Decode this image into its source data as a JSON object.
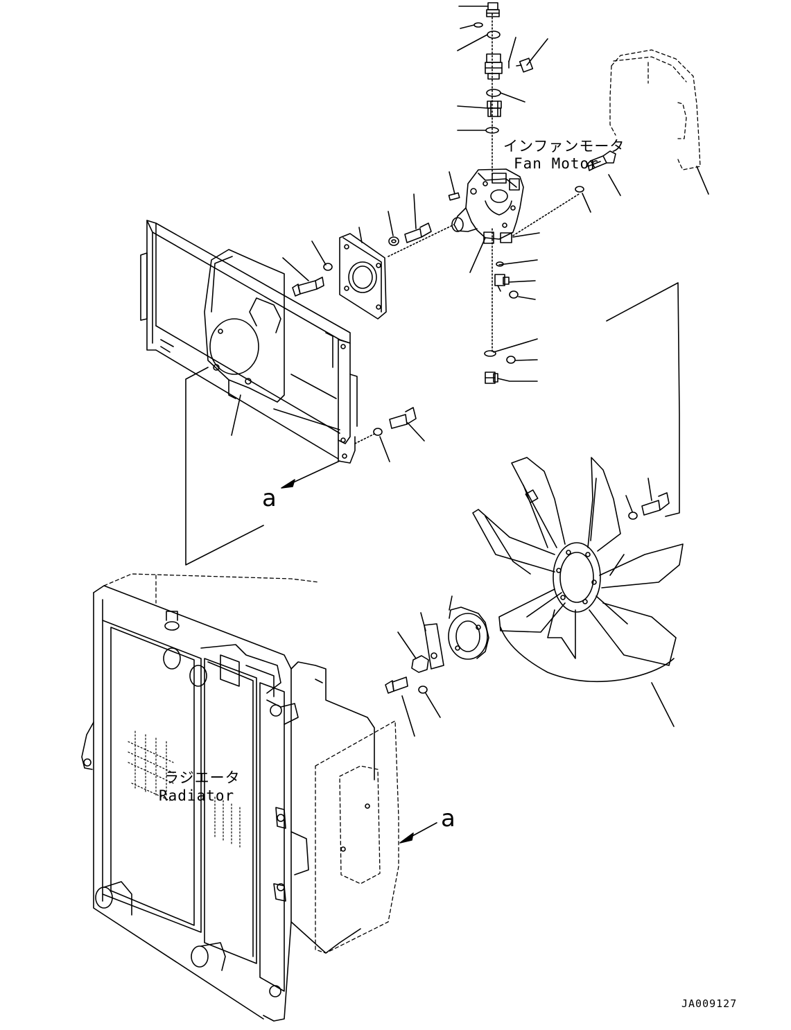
{
  "labels": {
    "fan_motor_jp": "インファンモータ",
    "fan_motor_en": "Fan Motor",
    "radiator_jp": "ラジエータ",
    "radiator_en": "Radiator",
    "view_a_upper": "a",
    "view_a_lower": "a",
    "drawing_code": "JA009127"
  }
}
